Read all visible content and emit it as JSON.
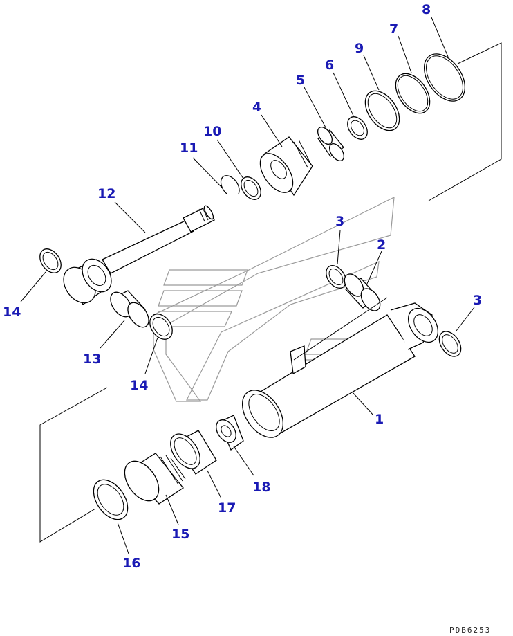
{
  "callouts": [
    {
      "id": "c1",
      "label": "1"
    },
    {
      "id": "c2",
      "label": "2"
    },
    {
      "id": "c3a",
      "label": "3"
    },
    {
      "id": "c3b",
      "label": "3"
    },
    {
      "id": "c4",
      "label": "4"
    },
    {
      "id": "c5",
      "label": "5"
    },
    {
      "id": "c6",
      "label": "6"
    },
    {
      "id": "c7",
      "label": "7"
    },
    {
      "id": "c8",
      "label": "8"
    },
    {
      "id": "c9",
      "label": "9"
    },
    {
      "id": "c10",
      "label": "10"
    },
    {
      "id": "c11",
      "label": "11"
    },
    {
      "id": "c12",
      "label": "12"
    },
    {
      "id": "c13",
      "label": "13"
    },
    {
      "id": "c14a",
      "label": "14"
    },
    {
      "id": "c14b",
      "label": "14"
    },
    {
      "id": "c15",
      "label": "15"
    },
    {
      "id": "c16",
      "label": "16"
    },
    {
      "id": "c17",
      "label": "17"
    },
    {
      "id": "c18",
      "label": "18"
    }
  ],
  "drawing_code": "PDB6253",
  "colors": {
    "callout": "#1a1ab4",
    "line": "#000000",
    "watermark": "#9a9a9a"
  }
}
